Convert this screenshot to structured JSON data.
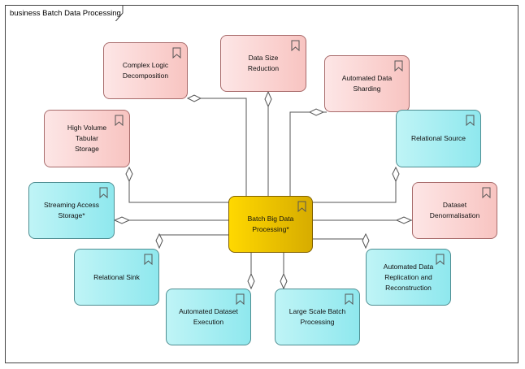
{
  "diagram": {
    "title": "business Batch Data Processing",
    "center": {
      "label": "Batch Big Data\nProcessing*",
      "icon": "bookmark-icon",
      "color": "#ffd800"
    },
    "nodes": [
      {
        "id": "complex-logic-decomposition",
        "label": "Complex Logic\nDecomposition",
        "kind": "pink"
      },
      {
        "id": "data-size-reduction",
        "label": "Data Size Reduction",
        "kind": "pink"
      },
      {
        "id": "automated-data-sharding",
        "label": "Automated Data\nSharding",
        "kind": "pink"
      },
      {
        "id": "high-volume-tabular-storage",
        "label": "High Volume Tabular\nStorage",
        "kind": "pink"
      },
      {
        "id": "relational-source",
        "label": "Relational Source",
        "kind": "cyan"
      },
      {
        "id": "streaming-access-storage",
        "label": "Streaming Access\nStorage*",
        "kind": "cyan"
      },
      {
        "id": "dataset-denormalisation",
        "label": "Dataset Denormalisation",
        "kind": "pink"
      },
      {
        "id": "relational-sink",
        "label": "Relational Sink",
        "kind": "cyan"
      },
      {
        "id": "automated-data-replication-and-reconstruction",
        "label": "Automated Data\nReplication and\nReconstruction",
        "kind": "cyan"
      },
      {
        "id": "automated-dataset-execution",
        "label": "Automated Dataset\nExecution",
        "kind": "cyan"
      },
      {
        "id": "large-scale-batch-processing",
        "label": "Large Scale Batch\nProcessing",
        "kind": "cyan"
      }
    ],
    "connector_style": "aggregation (hollow diamond at part end)",
    "colors": {
      "pink": "#f8c4c1",
      "cyan": "#8fe8ee",
      "gold": "#ffd800",
      "line": "#555555"
    }
  }
}
